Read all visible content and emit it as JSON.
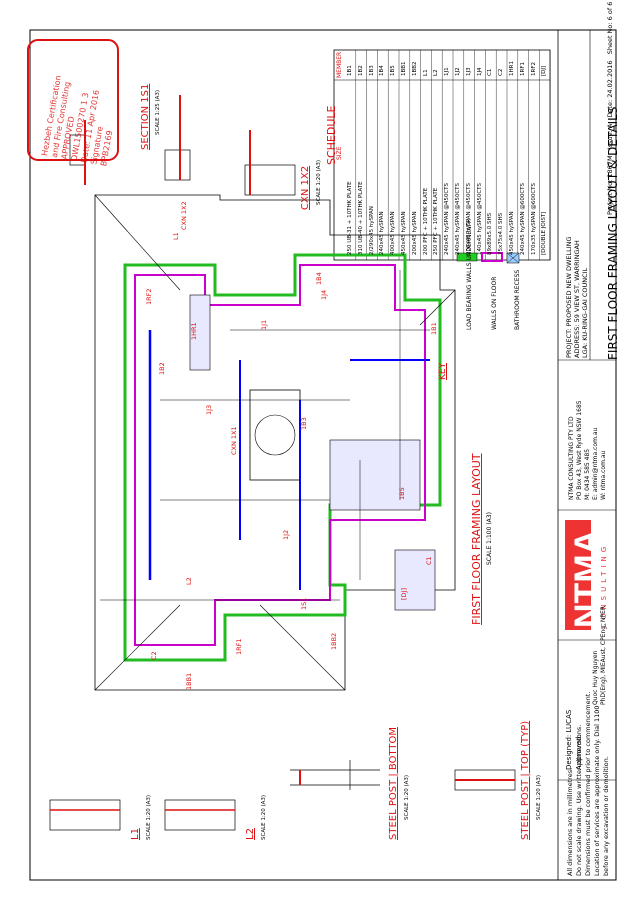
{
  "sheet_title": "FIRST FLOOR FRAMING LAYOUT & DETAILS",
  "project": {
    "project_line": "PROJECT: PROPOSED NEW DWELLING",
    "address_line": "ADDRESS: 59 VIEW ST, WARRINGAH",
    "lga_line": "LGA: KU-RING-GAI COUNCIL",
    "project_no": "Project No: 1867M",
    "issue": "Issue: A",
    "date": "Date: 24.02.2016",
    "sheet_no": "Sheet No: 6 of 6"
  },
  "company": {
    "logo_text": "NTMA",
    "logo_sub": "CONSULTING",
    "name": "NTMA CONSULTING PTY LTD",
    "address": "PO Box 43, West Ryde NSW 1685",
    "phone": "M: 0434 585 485",
    "email": "E: admin@ntma.com.au",
    "web": "W: ntma.com.au"
  },
  "designed": "Designed: LUCAS",
  "approved": "Approved:",
  "engineer": "Quoc Huy Nguyen",
  "engineer_quals": "PhD(Eng), MIEAust, CPEng, NPER",
  "notes": [
    "All dimensions are in millimetres.",
    "Do not scale drawing. Use written dimensions.",
    "Dimensions must be confirmed prior to commencement.",
    "Location of services are approximate only. Dial 1100",
    "before any excavation or demolition."
  ],
  "schedule": {
    "title": "SCHEDULE",
    "headers": [
      "MEMBER",
      "SIZE"
    ],
    "rows": [
      [
        "1B1",
        "250 UB-31 + 10THK PLATE"
      ],
      [
        "1B2",
        "310 UB-40 + 10THK PLATE"
      ],
      [
        "1B3",
        "2/290x45 hySPAN"
      ],
      [
        "1B4",
        "240x45 hySPAN"
      ],
      [
        "1B5",
        "400x45 hySPAN"
      ],
      [
        "1BB1",
        "450x45 hySPAN"
      ],
      [
        "1BB2",
        "200x45 hySPAN"
      ],
      [
        "L1",
        "200 PFC + 10THK PLATE"
      ],
      [
        "L2",
        "250 PFC + 10THK PLATE"
      ],
      [
        "1J1",
        "240x45 hySPAN @450CTS"
      ],
      [
        "1J2",
        "240x45 hySPAN @450CTS"
      ],
      [
        "1J3",
        "200x45 hySPAN @450CTS"
      ],
      [
        "1J4",
        "140x45 hySPAN @450CTS"
      ],
      [
        "C1",
        "89x89x5.0 SHS"
      ],
      [
        "C2",
        "75x75x4.0 SHS"
      ],
      [
        "1HR1",
        "450x45 hySPAN"
      ],
      [
        "1RF1",
        "240x45 hySPAN @600CTS"
      ],
      [
        "1RF2",
        "170x35 hySPAN @600CTS"
      ],
      [
        "[DJ]",
        "[DOUBLE JOIST]"
      ]
    ]
  },
  "key": {
    "title": "KEY",
    "items": [
      "LOAD BEARING WALLS UNDERNEATH",
      "WALLS ON FLOOR",
      "BATHROOM RECESS"
    ]
  },
  "plan_title": "FIRST FLOOR FRAMING LAYOUT",
  "plan_scale": "SCALE 1:100 (A3)",
  "details": [
    {
      "title": "SECTION 1S1",
      "scale": "SCALE 1:25 (A3)"
    },
    {
      "title": "CXN 1X2",
      "scale": "SCALE 1:20 (A3)"
    },
    {
      "title": "STEEL POST | BOTTOM",
      "scale": "SCALE 1:20 (A3)"
    },
    {
      "title": "STEEL POST | TOP (TYP)",
      "scale": "SCALE 1:20 (A3)"
    },
    {
      "title": "L1",
      "scale": "SCALE 1:20 (A3)"
    },
    {
      "title": "L2",
      "scale": "SCALE 1:20 (A3)"
    }
  ],
  "stamp": {
    "line1": "Hezbeh Certification",
    "line2": "and Fire Consulting",
    "line3": "APPROVED",
    "line4": "DWL1500270 1 3",
    "line5": "Date: 11 Apr 2016",
    "line6": "Signature",
    "line7": "BPB2169"
  },
  "plan_labels": [
    "1B1",
    "1B2",
    "1B3",
    "1B4",
    "1B5",
    "1BB1",
    "1BB2",
    "1J1",
    "1J2",
    "1J3",
    "1J4",
    "1RF1",
    "1RF2",
    "1HR1",
    "L1",
    "L2",
    "C1",
    "C2",
    "[DJ]",
    "1S1",
    "CXN 1X1",
    "CXN 1X2"
  ]
}
